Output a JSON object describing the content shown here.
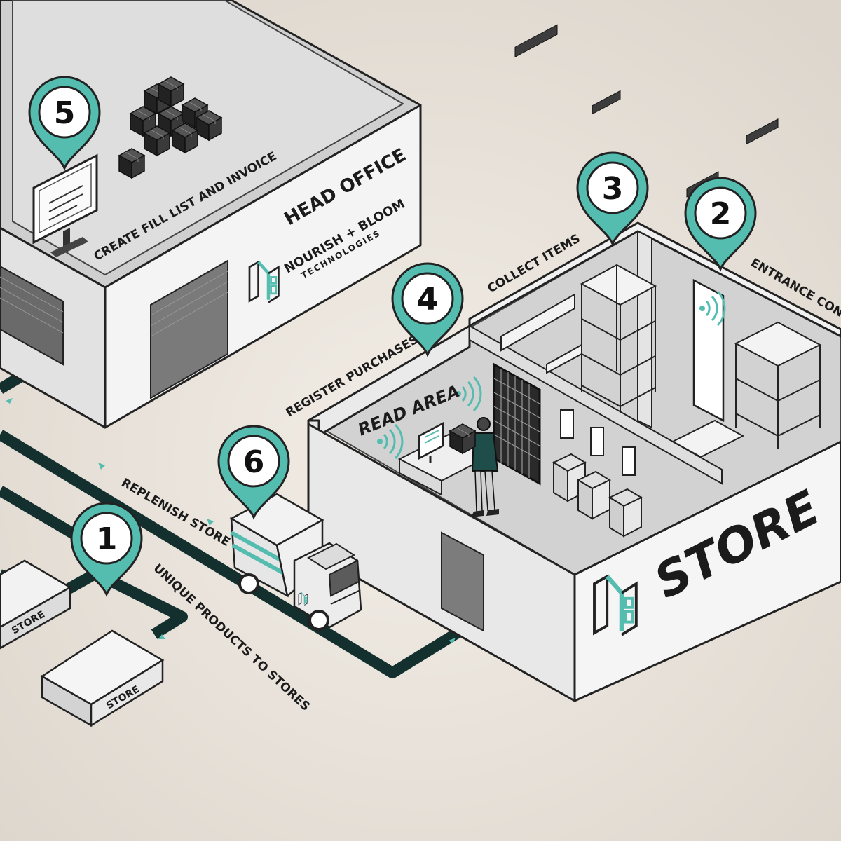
{
  "colors": {
    "teal": "#55bcb0",
    "path": "#13302f",
    "wall": "#f3f3f3",
    "wall_shade": "#cfcfcf",
    "floor": "#dcdcdc",
    "background": "#e7e1da",
    "outline": "#222222"
  },
  "head_office": {
    "title": "HEAD OFFICE",
    "brand_line1": "NOURISH + BLOOM",
    "brand_line2": "TECHNOLOGIES",
    "logo_icon": "nourish-bloom-logo-icon"
  },
  "store": {
    "title": "STORE",
    "logo_icon": "nourish-bloom-logo-icon",
    "read_area_label": "READ AREA"
  },
  "small_stores": [
    {
      "label": "STORE"
    },
    {
      "label": "STORE"
    }
  ],
  "steps": [
    {
      "number": "1",
      "label": "UNIQUE PRODUCTS TO STORES"
    },
    {
      "number": "2",
      "label": "ENTRANCE CONTROL"
    },
    {
      "number": "3",
      "label": "COLLECT ITEMS"
    },
    {
      "number": "4",
      "label": "REGISTER PURCHASES"
    },
    {
      "number": "5",
      "label": "CREATE FILL LIST AND INVOICE"
    },
    {
      "number": "6",
      "label": "REPLENISH STORE"
    }
  ],
  "icons": [
    "map-pin-icon",
    "monitor-icon",
    "box-stack-icon",
    "delivery-truck-icon",
    "wireless-signal-icon",
    "shelf-icon",
    "self-checkout-kiosk-icon",
    "shopper-icon"
  ]
}
